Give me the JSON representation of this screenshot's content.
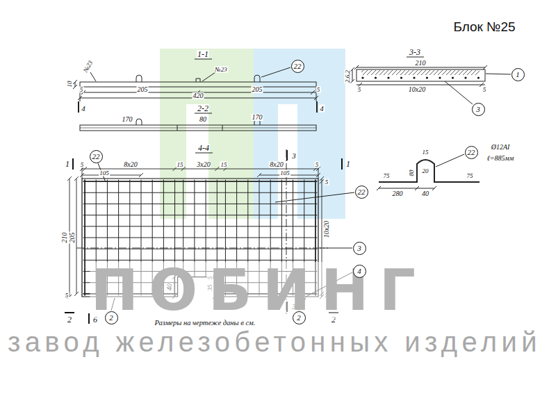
{
  "diagram": {
    "title": "Блок №25",
    "nodes": [
      {
        "text": [
          "22"
        ]
      },
      {
        "text": [
          "1"
        ]
      },
      {
        "text": [
          "3"
        ]
      },
      {
        "text": [
          "22"
        ]
      },
      {
        "text": [
          "22"
        ]
      },
      {
        "text": [
          "22"
        ]
      },
      {
        "text": [
          "3"
        ]
      },
      {
        "text": [
          "4"
        ]
      },
      {
        "text": [
          "2"
        ]
      },
      {
        "text": [
          "2"
        ]
      }
    ],
    "labels": [
      "1-1",
      "№23",
      "№23",
      "10",
      "5",
      "205",
      "205",
      "5",
      "420",
      "4",
      "4",
      "2-2",
      "170",
      "80",
      "170",
      "4-4",
      "3-3",
      "210",
      "2,6,2",
      "5",
      "10x20",
      "5",
      "15",
      "Ø12AI",
      "ℓ=885мм",
      "75",
      "80",
      "20",
      "75",
      "280",
      "40",
      "1",
      "1",
      "3",
      "5",
      "8x20",
      "15",
      "3x20",
      "15",
      "8x20",
      "5",
      "105",
      "105",
      "210",
      "205",
      "5",
      "10x20",
      "5",
      "5",
      "40",
      "35",
      "5",
      "3",
      "2",
      "6",
      "2",
      "Размеры на чертеже даны в см.",
      "ПОБИНГ",
      "завод железобетонных изделий"
    ]
  }
}
